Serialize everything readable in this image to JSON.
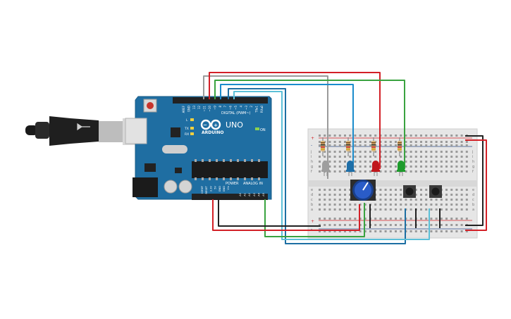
{
  "board": {
    "brand": "ARDUINO",
    "model": "UNO",
    "digital_header": "DIGITAL (PWM~)",
    "power_header": "POWER",
    "analog_header": "ANALOG IN",
    "on_label": "ON",
    "led_labels": [
      "L",
      "TX",
      "RX"
    ],
    "digital_pins": [
      "AREF",
      "GND",
      "13",
      "12",
      "~11",
      "~10",
      "~9",
      "8",
      "7",
      "~6",
      "~5",
      "4",
      "~3",
      "2",
      "TX▸1",
      "RX◂0"
    ],
    "power_pins": [
      "IOREF",
      "RESET",
      "3.3V",
      "5V",
      "GND",
      "GND",
      "Vin"
    ],
    "analog_pins": [
      "A0",
      "A1",
      "A2",
      "A3",
      "A4",
      "A5"
    ]
  },
  "breadboard": {
    "row_letters_top": [
      "j",
      "i",
      "h",
      "g",
      "f"
    ],
    "row_letters_bottom": [
      "e",
      "d",
      "c",
      "b",
      "a"
    ],
    "plus": "+",
    "minus": "-"
  },
  "components": {
    "leds": [
      {
        "name": "white-led",
        "color": "#9e9e9e"
      },
      {
        "name": "blue-led",
        "color": "#1e6fa8"
      },
      {
        "name": "red-led",
        "color": "#c0171c"
      },
      {
        "name": "green-led",
        "color": "#1d9b2c"
      }
    ],
    "wire_colors": {
      "red": "#d32027",
      "black": "#222222",
      "gray": "#9b9b9b",
      "green": "#3aa340",
      "blue": "#1b8ccc",
      "lightblue": "#5cc0d8",
      "board": "#1d6fa3"
    }
  }
}
